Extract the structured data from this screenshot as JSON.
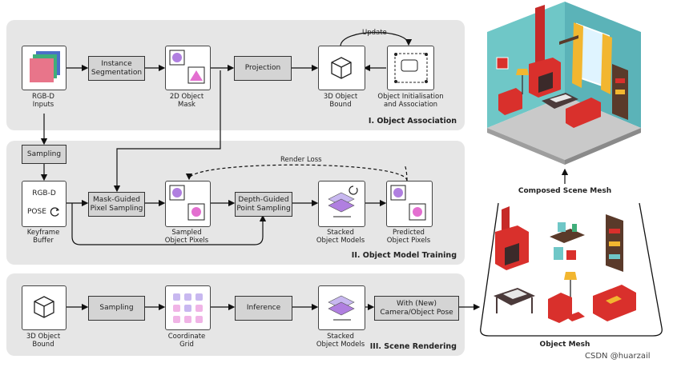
{
  "stage1": {
    "title": "I. Object Association",
    "rgbd_inputs": "RGB-D\nInputs",
    "instance_seg": "Instance\nSegmentation",
    "mask": "2D Object\nMask",
    "projection": "Projection",
    "bound": "3D Object\nBound",
    "init_assoc": "Object Initialisation\nand Association",
    "update": "Update"
  },
  "stage2": {
    "title": "II. Object Model Training",
    "sampling": "Sampling",
    "rgbd": "RGB-D",
    "pose": "POSE",
    "keyframe": "Keyframe\nBuffer",
    "mask_guided": "Mask-Guided\nPixel Sampling",
    "sampled_pixels": "Sampled\nObject Pixels",
    "depth_guided": "Depth-Guided\nPoint Sampling",
    "stacked_models": "Stacked\nObject Models",
    "predicted_pixels": "Predicted\nObject Pixels",
    "render_loss": "Render Loss"
  },
  "stage3": {
    "title": "III. Scene Rendering",
    "bound": "3D Object\nBound",
    "sampling": "Sampling",
    "grid": "Coordinate\nGrid",
    "inference": "Inference",
    "stacked_models": "Stacked\nObject Models",
    "camera_pose": "With (New)\nCamera/Object Pose"
  },
  "right": {
    "composed": "Composed Scene Mesh",
    "object_mesh": "Object Mesh"
  },
  "watermark": "CSDN @huarzail",
  "colors": {
    "panel": "#e6e6e6",
    "process_box": "#d4d4d4",
    "sofa_red": "#d9302c",
    "wall_teal": "#6fc7c7",
    "lamp_yellow": "#f2b630",
    "blob_purple": "#b07fe0",
    "grid_pink": "#f0b4e6"
  }
}
